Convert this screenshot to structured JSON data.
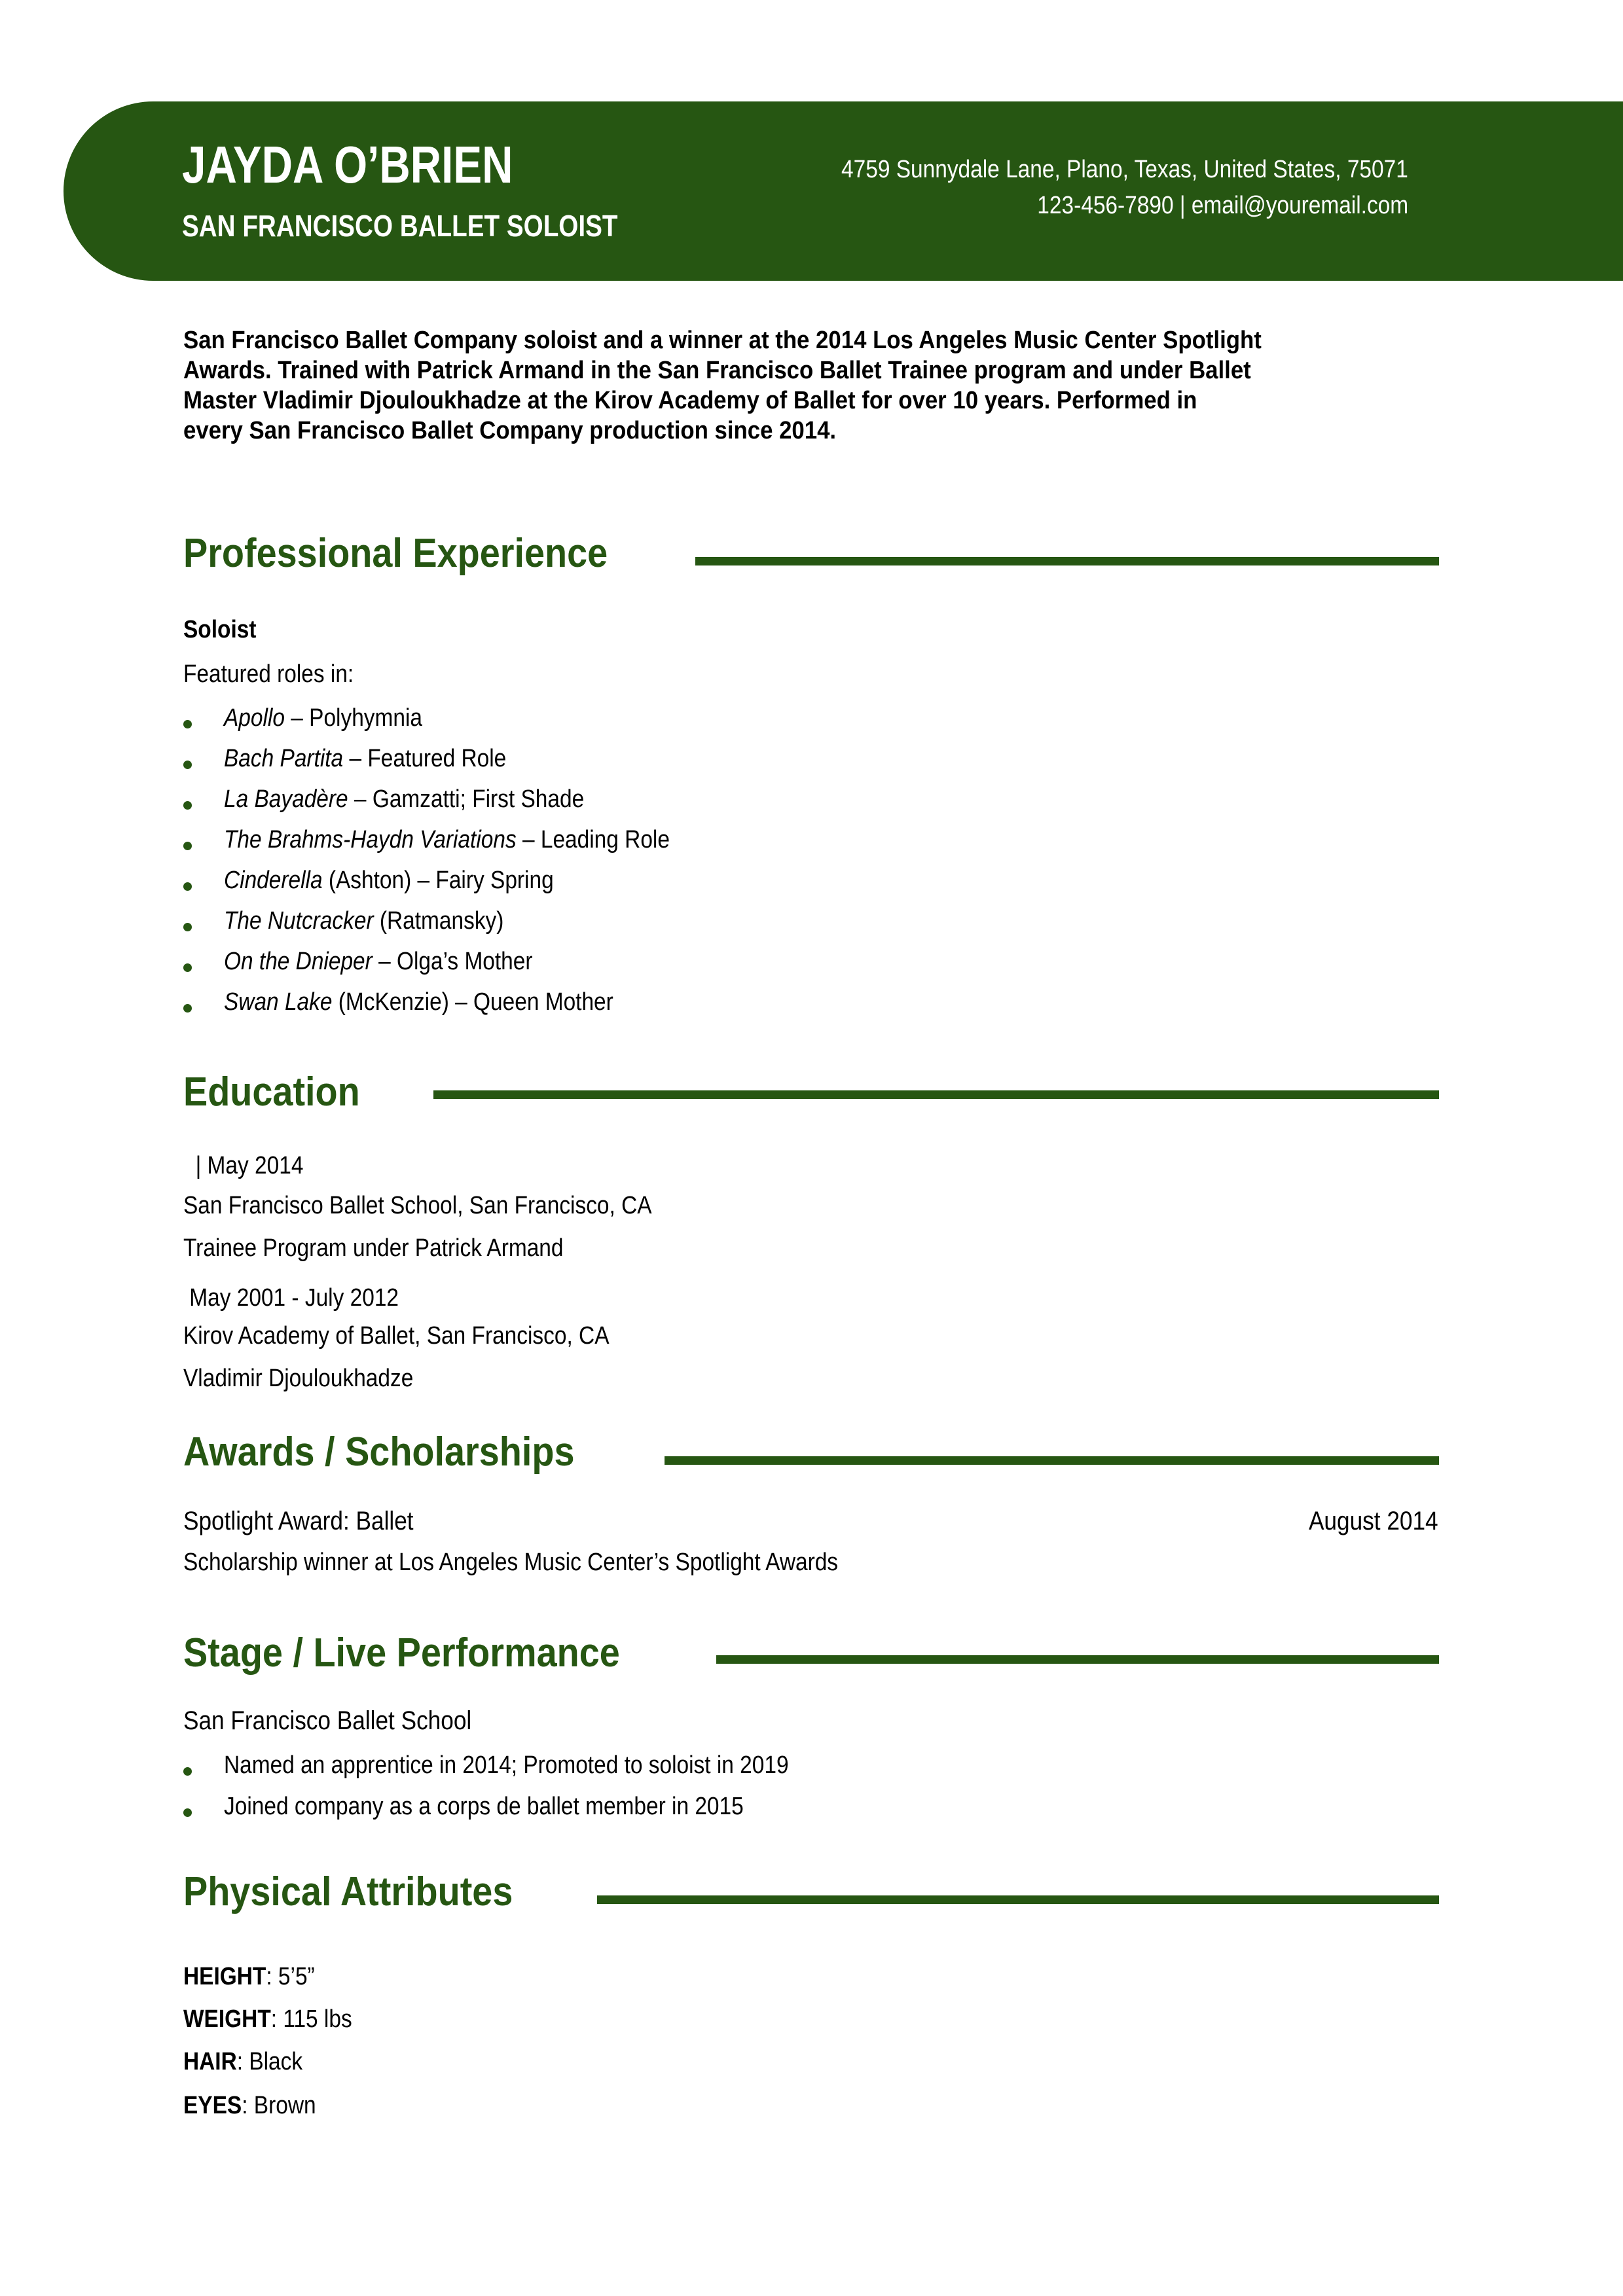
{
  "colors": {
    "accent": "#265612",
    "text": "#000000",
    "header_text": "#ffffff"
  },
  "header": {
    "name": "JAYDA O’BRIEN",
    "title": "SAN FRANCISCO BALLET SOLOIST",
    "address": "4759 Sunnydale Lane, Plano, Texas, United States, 75071",
    "phone": "123-456-7890",
    "separator": "|",
    "email": "email@youremail.com"
  },
  "summary": {
    "lines": [
      "San Francisco Ballet Company soloist and a winner at the 2014 Los Angeles Music Center Spotlight",
      "Awards. Trained with Patrick Armand in the San Francisco Ballet Trainee program and under Ballet",
      "Master Vladimir Djouloukhadze at the Kirov Academy of Ballet for over 10 years. Performed in",
      "every San Francisco Ballet Company production since 2014."
    ]
  },
  "experience": {
    "heading": "Professional Experience",
    "position": "Soloist",
    "intro": "Featured roles in:",
    "roles": [
      {
        "work": "Apollo",
        "detail": " – Polyhymnia"
      },
      {
        "work": "Bach Partita",
        "detail": " – Featured Role"
      },
      {
        "work": "La Bayadère",
        "detail": " – Gamzatti; First Shade"
      },
      {
        "work": "The Brahms-Haydn Variations",
        "detail": " – Leading Role"
      },
      {
        "work": "Cinderella",
        "detail": " (Ashton) – Fairy Spring"
      },
      {
        "work": "The Nutcracker",
        "detail": " (Ratmansky)"
      },
      {
        "work": "On the Dnieper",
        "detail": " – Olga’s Mother"
      },
      {
        "work": "Swan Lake",
        "detail": " (McKenzie) – Queen Mother"
      }
    ]
  },
  "education": {
    "heading": "Education",
    "entries": [
      {
        "date": "  | May 2014",
        "school": "San Francisco Ballet School, San Francisco, CA",
        "detail": "Trainee Program under Patrick Armand"
      },
      {
        "date": " May 2001 - July 2012",
        "school": "Kirov Academy of Ballet, San Francisco, CA",
        "detail": "Vladimir Djouloukhadze"
      }
    ]
  },
  "awards": {
    "heading": "Awards / Scholarships",
    "items": [
      {
        "title": "Spotlight Award: Ballet",
        "date": "August 2014",
        "description": "Scholarship winner at Los Angeles Music Center’s Spotlight Awards"
      }
    ]
  },
  "stage": {
    "heading": "Stage / Live Performance",
    "company": "San Francisco Ballet School",
    "bullets": [
      "Named an apprentice in 2014; Promoted to soloist in 2019",
      "Joined company as a corps de ballet member in 2015"
    ]
  },
  "physical": {
    "heading": "Physical Attributes",
    "attributes": [
      {
        "label": "HEIGHT",
        "value": ": 5’5”"
      },
      {
        "label": "WEIGHT",
        "value": ": 115 lbs"
      },
      {
        "label": "HAIR",
        "value": ": Black"
      },
      {
        "label": "EYES",
        "value": ": Brown"
      }
    ]
  }
}
